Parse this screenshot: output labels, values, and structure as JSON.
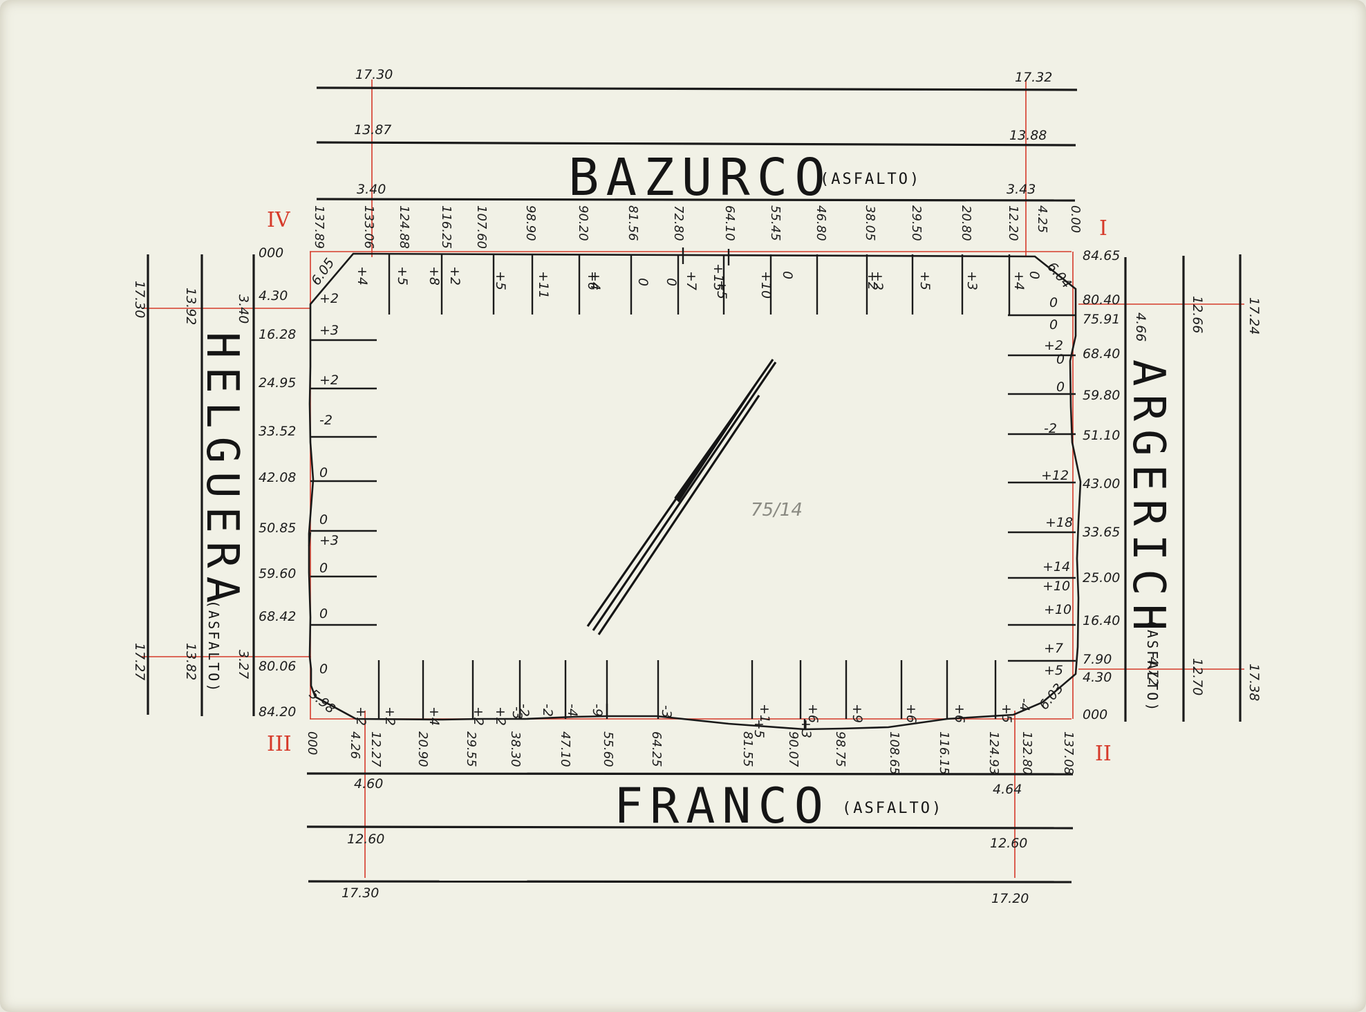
{
  "streets": {
    "north": {
      "name": "BAZURCO",
      "note": "(ASFALTO)"
    },
    "south": {
      "name": "FRANCO",
      "note": "(ASFALTO)"
    },
    "west": {
      "name": "HELGUERA",
      "note": "(ASFALTO)"
    },
    "east": {
      "name": "ARGERICH",
      "note": "(ASFALTO)"
    }
  },
  "corners": {
    "ne": "I",
    "se": "II",
    "sw": "III",
    "nw": "IV"
  },
  "north_levels": {
    "west": [
      "17.30",
      "13.87",
      "3.40"
    ],
    "east": [
      "17.32",
      "13.88",
      "3.43"
    ]
  },
  "south_levels": {
    "west": [
      "4.60",
      "12.60",
      "17.30"
    ],
    "east": [
      "4.64",
      "12.60",
      "17.20"
    ]
  },
  "west_levels": {
    "north": [
      "17.30",
      "13.92",
      "3.40"
    ],
    "south": [
      "17.27",
      "13.82",
      "3.27"
    ]
  },
  "east_levels": {
    "north": [
      "4.66",
      "12.66",
      "17.24"
    ],
    "south": [
      "4.72",
      "12.70",
      "17.38"
    ]
  },
  "north_stations": [
    "137.89",
    "133.06",
    "124.88",
    "116.25",
    "107.60",
    "98.90",
    "90.20",
    "81.56",
    "72.80",
    "64.10",
    "55.45",
    "46.80",
    "38.05",
    "29.50",
    "20.80",
    "12.20",
    "4.25",
    "0.00"
  ],
  "north_offsets": [
    "+4",
    "+5",
    "+8",
    "+2",
    "+5",
    "+11",
    "+6",
    "+4",
    "0",
    "0",
    "+7",
    "+15",
    "+5",
    "+10",
    "0",
    "+2",
    "+2",
    "+5",
    "+3",
    "+4",
    "0"
  ],
  "north_chamfer": {
    "nw": "6.05",
    "ne": "6.04"
  },
  "south_stations": [
    "000",
    "4.26",
    "12.27",
    "20.90",
    "29.55",
    "38.30",
    "47.10",
    "55.60",
    "64.25",
    "81.55",
    "90.07",
    "98.75",
    "108.65",
    "116.15",
    "124.93",
    "132.80",
    "137.08"
  ],
  "south_offsets": [
    "+2",
    "+2",
    "+4",
    "+2",
    "+2",
    "-3",
    "-2",
    "-2",
    "-4",
    "-9",
    "-3",
    "+1",
    "+5",
    "+6",
    "+3",
    "+9",
    "+6",
    "+6",
    "+5",
    "-4"
  ],
  "south_chamfer": {
    "sw": "5.98",
    "se": "6.03"
  },
  "west_stations": [
    "000",
    "4.30",
    "16.28",
    "24.95",
    "33.52",
    "42.08",
    "50.85",
    "59.60",
    "68.42",
    "80.06",
    "84.20"
  ],
  "west_offsets": [
    "+2",
    "+3",
    "+2",
    "-2",
    "0",
    "0",
    "+3",
    "0",
    "0",
    "0"
  ],
  "east_stations": [
    "84.65",
    "80.40",
    "75.91",
    "68.40",
    "59.80",
    "51.10",
    "43.00",
    "33.65",
    "25.00",
    "16.40",
    "7.90",
    "4.30",
    "000"
  ],
  "east_offsets": [
    "0",
    "0",
    "+2",
    "0",
    "0",
    "-2",
    "+12",
    "+18",
    "+14",
    "+10",
    "+10",
    "+7",
    "+5"
  ],
  "block_number": "75/14",
  "colors": {
    "ink": "#1a1a1a",
    "red": "#d63a2a",
    "paper": "#f1f1e6"
  }
}
